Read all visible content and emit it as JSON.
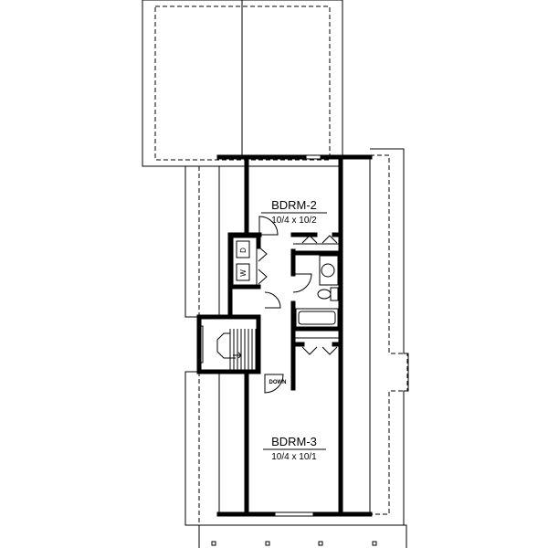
{
  "rooms": [
    {
      "name": "BDRM-2",
      "size": "10/4 x 10/2"
    },
    {
      "name": "BDRM-3",
      "size": "10/4 x 10/1"
    }
  ],
  "stair_label": "DOWN",
  "laundry": {
    "washer": "W",
    "dryer": "D"
  },
  "colors": {
    "ink": "#000000",
    "paper": "#ffffff"
  }
}
